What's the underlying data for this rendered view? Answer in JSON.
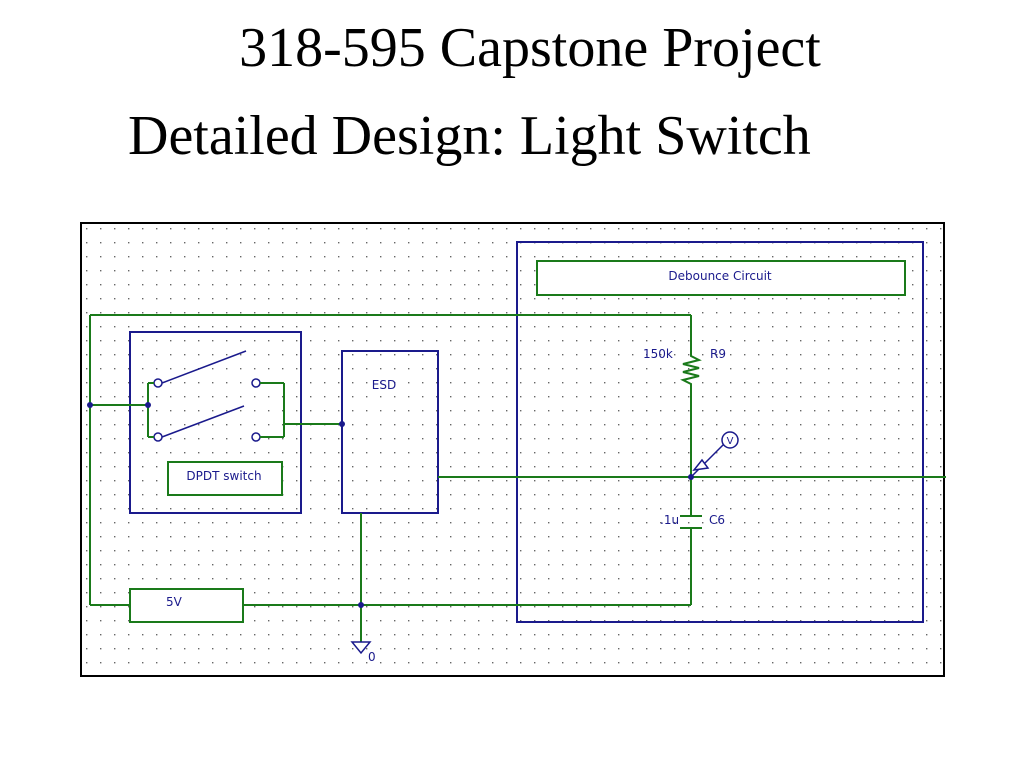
{
  "slide": {
    "title": "318-595 Capstone Project",
    "subtitle": "Detailed Design: Light Switch"
  },
  "schematic": {
    "debounce_label": "Debounce Circuit",
    "dpdt_label": "DPDT switch",
    "esd_label": "ESD",
    "resistor_value": "150k",
    "resistor_ref": "R9",
    "capacitor_value": ".1u",
    "capacitor_ref": "C6",
    "source_label": "5V",
    "ground_label": "0",
    "probe_label": "V",
    "colors": {
      "wire": "#1a7a1a",
      "component": "#1a1a8c",
      "grid": "#555555"
    }
  }
}
